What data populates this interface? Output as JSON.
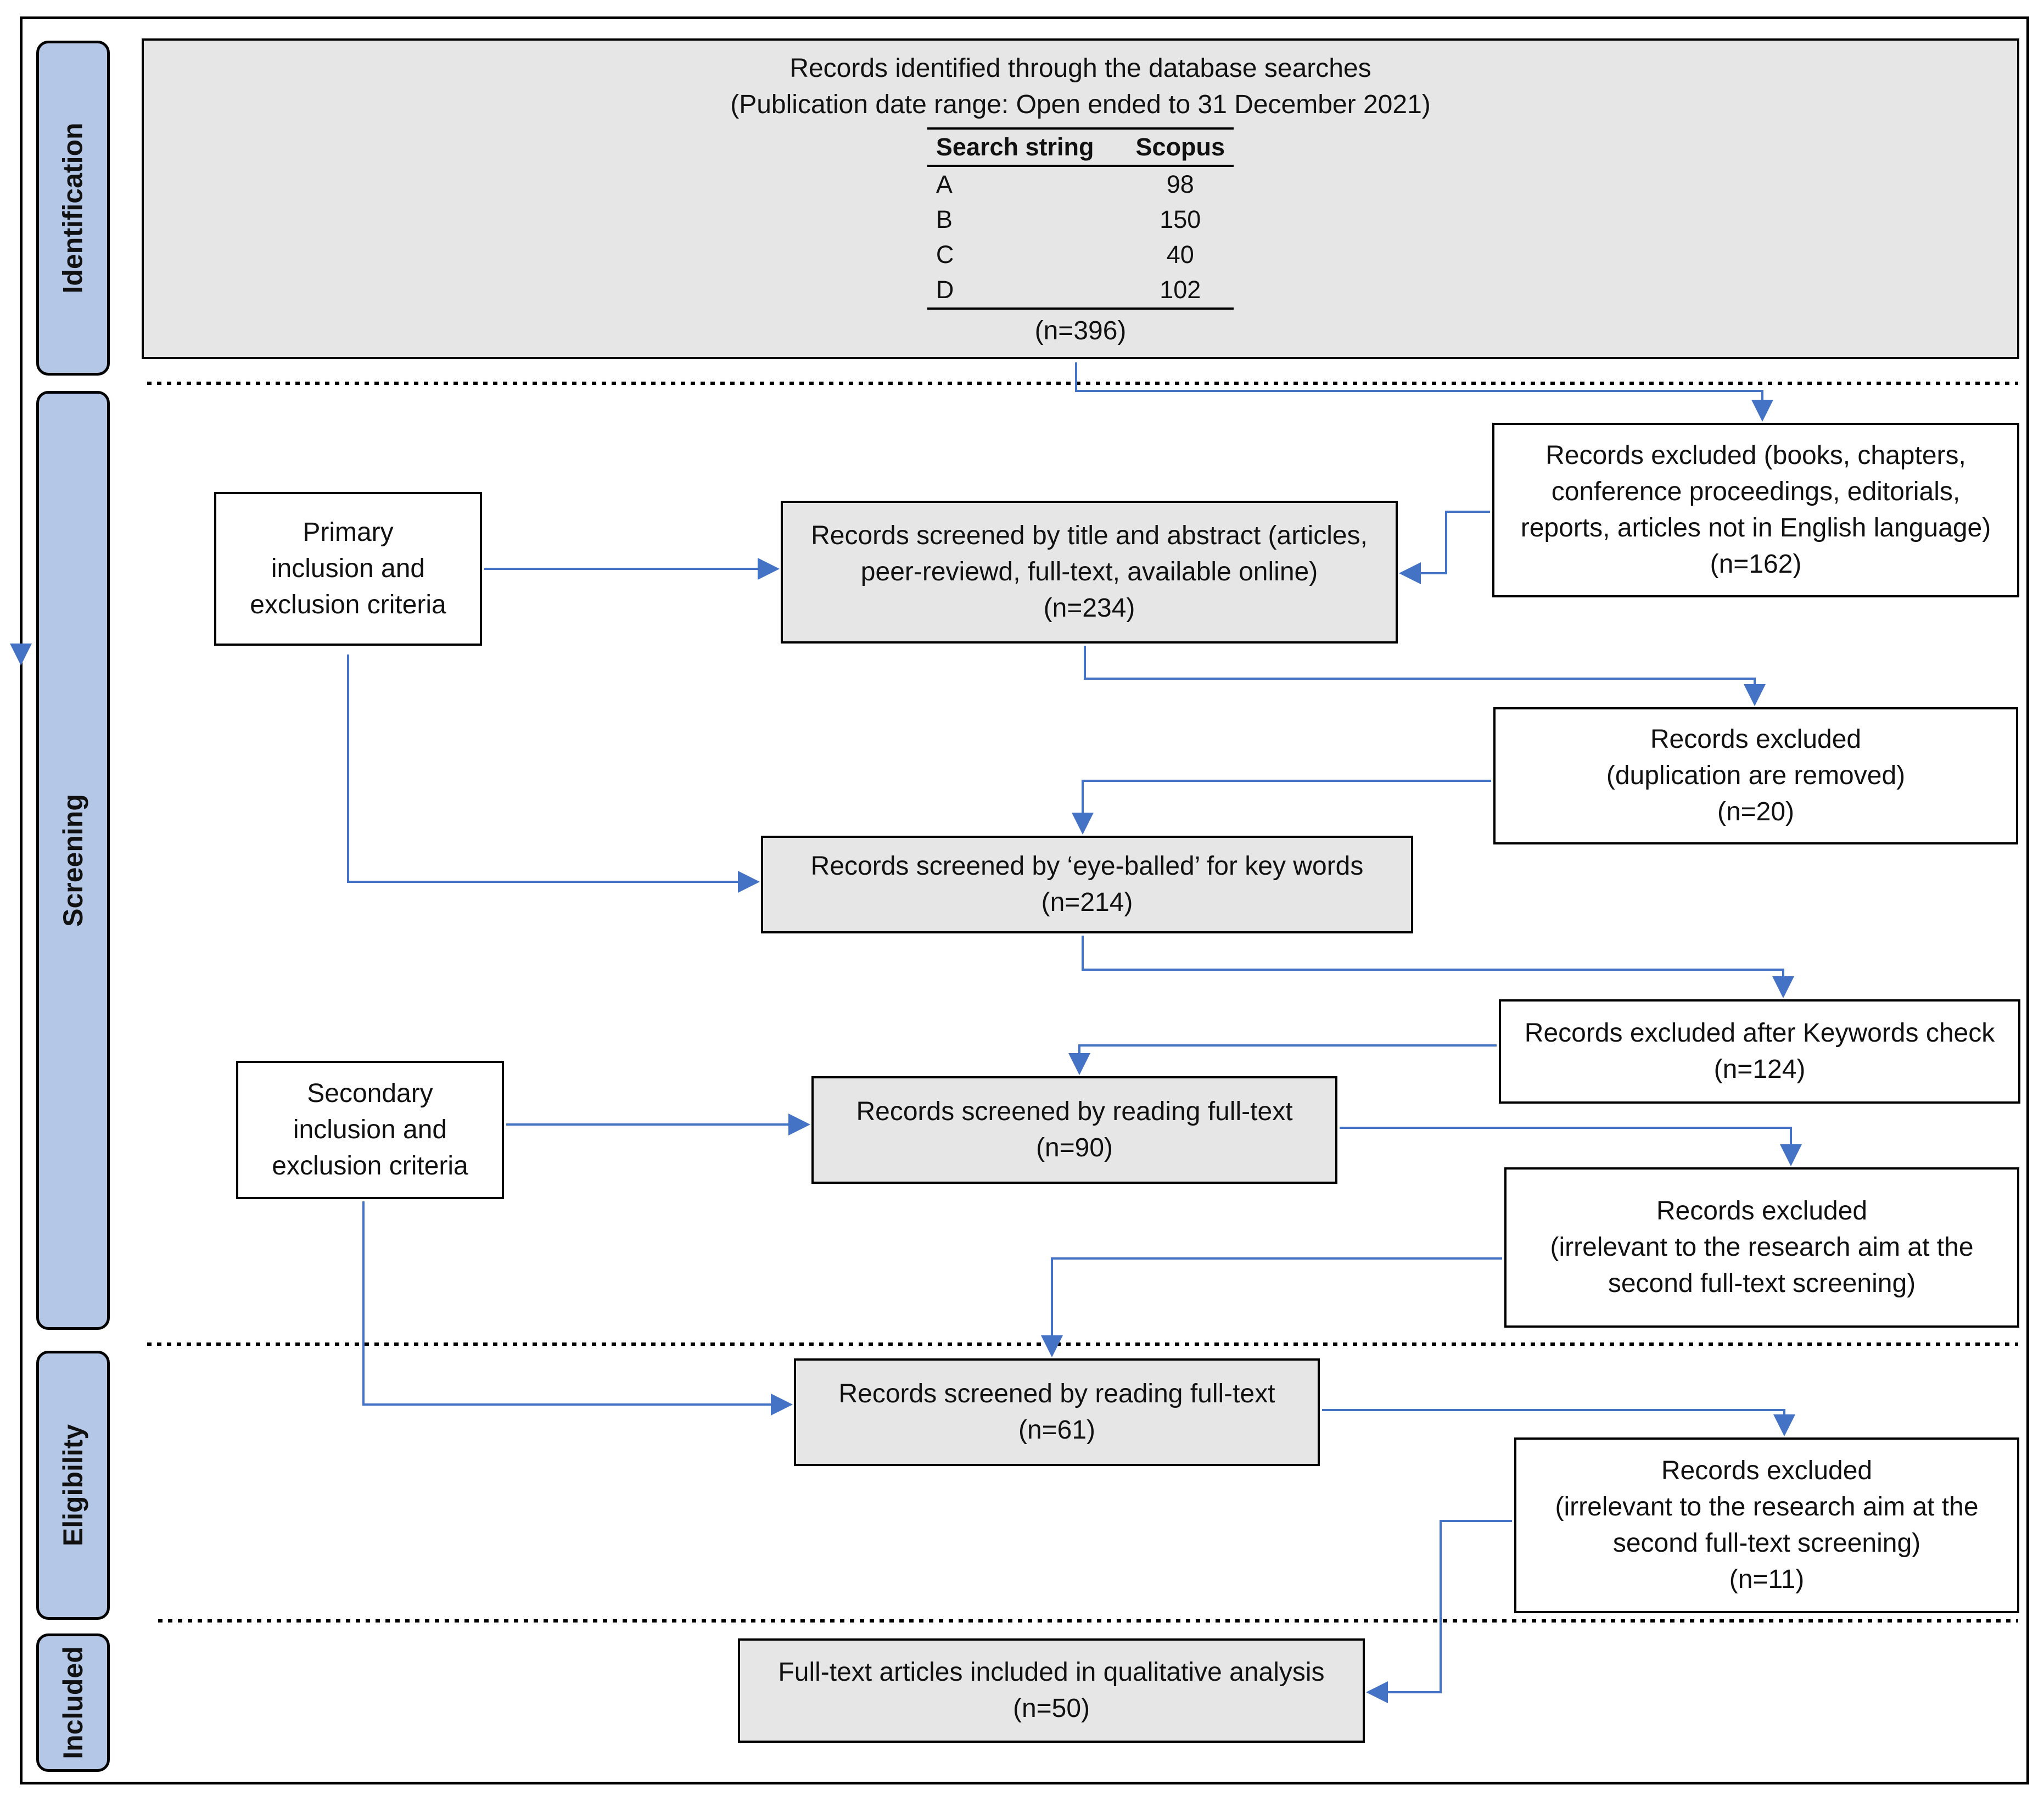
{
  "identification": {
    "line1": "Records identified through the database searches",
    "line2": "(Publication date range: Open ended to 31 December 2021)",
    "table": {
      "headers": [
        "Search string",
        "Scopus"
      ],
      "rows": [
        [
          "A",
          "98"
        ],
        [
          "B",
          "150"
        ],
        [
          "C",
          "40"
        ],
        [
          "D",
          "102"
        ]
      ]
    },
    "total": "(n=396)"
  },
  "phases": {
    "identification": "Identification",
    "screening": "Screening",
    "eligibility": "Eligibility",
    "included": "Included"
  },
  "boxes": {
    "primary_criteria": [
      "Primary",
      "inclusion and",
      "exclusion criteria"
    ],
    "screened_title_abstract": [
      "Records screened by title and abstract (articles,",
      "peer-reviewd, full-text, available online)",
      "(n=234)"
    ],
    "excluded_books": [
      "Records excluded (books, chapters,",
      "conference proceedings, editorials,",
      "reports, articles not in English language)",
      "(n=162)"
    ],
    "excluded_duplication": [
      "Records excluded",
      "(duplication are removed)",
      "(n=20)"
    ],
    "screened_eyeballed": [
      "Records screened by ‘eye-balled’ for key  words",
      "(n=214)"
    ],
    "excluded_keywords": [
      "Records excluded after Keywords check",
      "(n=124)"
    ],
    "secondary_criteria": [
      "Secondary",
      "inclusion and",
      "exclusion criteria"
    ],
    "screened_fulltext_90": [
      "Records screened by reading full-text",
      "(n=90)"
    ],
    "excluded_irrelevant_1": [
      "Records excluded",
      "(irrelevant to the research aim at the",
      "second full-text screening)"
    ],
    "screened_fulltext_61": [
      "Records screened by reading full-text",
      "(n=61)"
    ],
    "excluded_irrelevant_2": [
      "Records excluded",
      "(irrelevant to the research aim at the",
      "second full-text screening)",
      "(n=11)"
    ],
    "included_final": [
      "Full-text articles included in qualitative analysis",
      "(n=50)"
    ]
  },
  "colors": {
    "phase_fill": "#b4c7e7",
    "box_grey": "#e6e6e6",
    "arrow": "#4472c4"
  }
}
